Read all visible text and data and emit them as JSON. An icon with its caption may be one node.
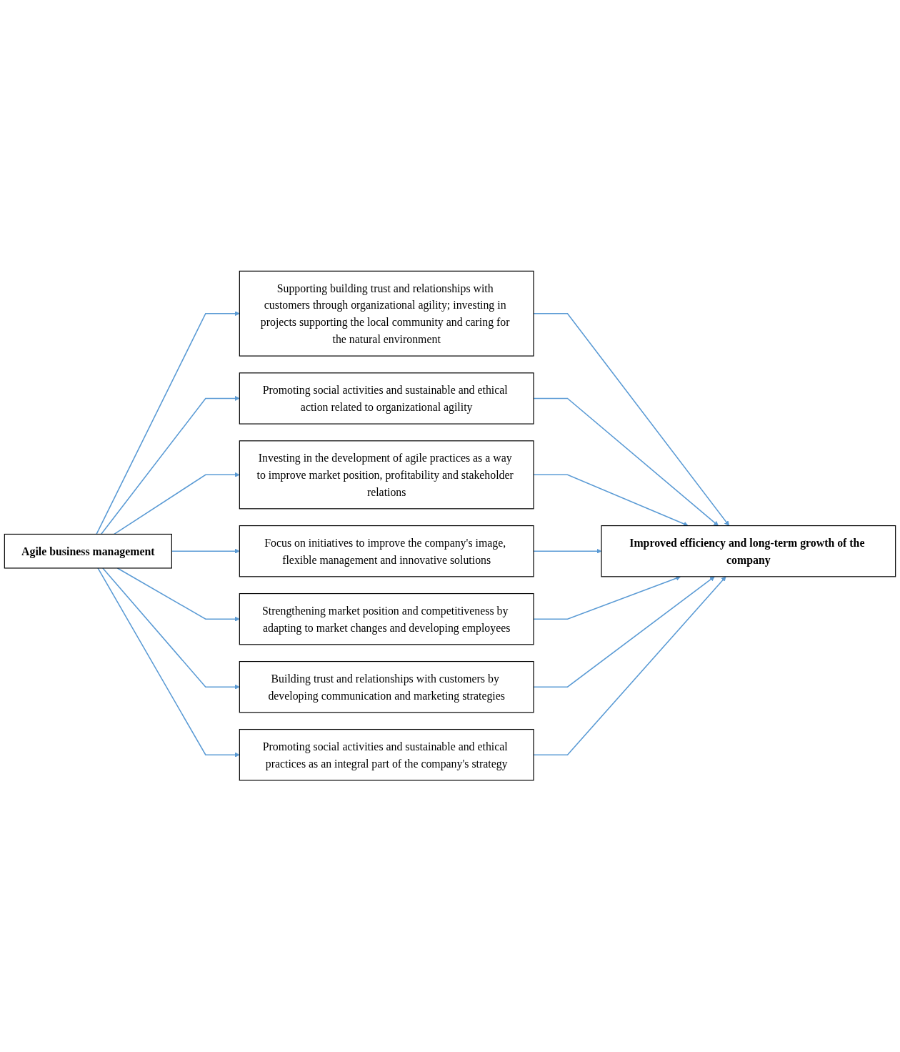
{
  "diagram": {
    "nodes": [
      {
        "text": [
          "Agile business management"
        ]
      },
      {
        "text": [
          "Supporting building trust and relationships with customers through organizational agility; investing in projects supporting the local community and caring for the natural environment"
        ]
      },
      {
        "text": [
          "Promoting social activities and sustainable and ethical action related to organizational agility"
        ]
      },
      {
        "text": [
          "Investing in the development of agile practices as a way to improve market position, profitability and stakeholder relations"
        ]
      },
      {
        "text": [
          "Focus on initiatives to improve the company's image, flexible management and innovative solutions"
        ]
      },
      {
        "text": [
          "Strengthening market position and competitiveness by adapting to market changes and developing employees"
        ]
      },
      {
        "text": [
          "Building trust and relationships with customers by developing communication and marketing strategies"
        ]
      },
      {
        "text": [
          "Promoting social activities and sustainable and ethical practices as an integral part of the company's strategy"
        ]
      },
      {
        "text": [
          "Improved efficiency and long-term growth of the company"
        ]
      }
    ],
    "edges": [
      {
        "from": 0,
        "to": 1,
        "arrow": "to"
      },
      {
        "from": 0,
        "to": 2,
        "arrow": "to"
      },
      {
        "from": 0,
        "to": 3,
        "arrow": "to"
      },
      {
        "from": 0,
        "to": 4,
        "arrow": "to"
      },
      {
        "from": 0,
        "to": 5,
        "arrow": "to"
      },
      {
        "from": 0,
        "to": 6,
        "arrow": "to"
      },
      {
        "from": 0,
        "to": 7,
        "arrow": "to"
      },
      {
        "from": 1,
        "to": 8,
        "arrow": "to"
      },
      {
        "from": 2,
        "to": 8,
        "arrow": "to"
      },
      {
        "from": 3,
        "to": 8,
        "arrow": "to"
      },
      {
        "from": 4,
        "to": 8,
        "arrow": "to"
      },
      {
        "from": 5,
        "to": 8,
        "arrow": "to"
      },
      {
        "from": 6,
        "to": 8,
        "arrow": "to"
      },
      {
        "from": 7,
        "to": 8,
        "arrow": "to"
      }
    ]
  }
}
